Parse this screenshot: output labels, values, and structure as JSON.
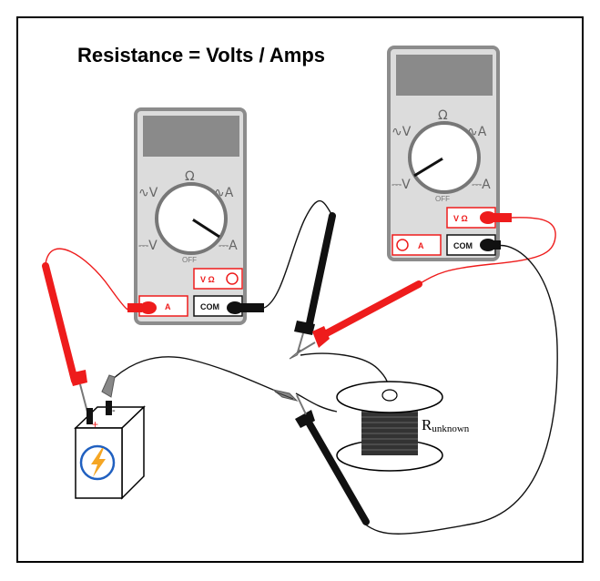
{
  "title": "Resistance = Volts / Amps",
  "meter_left": {
    "ohm_symbol": "Ω",
    "ac_v": "∿V",
    "ac_a": "∿A",
    "dc_v": "⎓V",
    "dc_a": "⎓A",
    "off_label": "OFF",
    "v_ohm_jack": "V Ω",
    "a_jack": "A",
    "com_jack": "COM"
  },
  "meter_right": {
    "ohm_symbol": "Ω",
    "ac_v": "∿V",
    "ac_a": "∿A",
    "dc_v": "⎓V",
    "dc_a": "⎓A",
    "off_label": "OFF",
    "v_ohm_jack": "V Ω",
    "a_jack": "A",
    "com_jack": "COM"
  },
  "battery": {
    "plus_label": "+",
    "minus_label": "-"
  },
  "resistor": {
    "label_main": "R",
    "label_sub": "unknown"
  },
  "colors": {
    "meter_body": "#dcdcdc",
    "meter_border": "#8c8c8c",
    "display": "#8a8a8a",
    "red_lead": "#ee1c1c",
    "black_lead": "#111111",
    "bolt": "#f5a623",
    "bolt_ring": "#2060c0"
  }
}
